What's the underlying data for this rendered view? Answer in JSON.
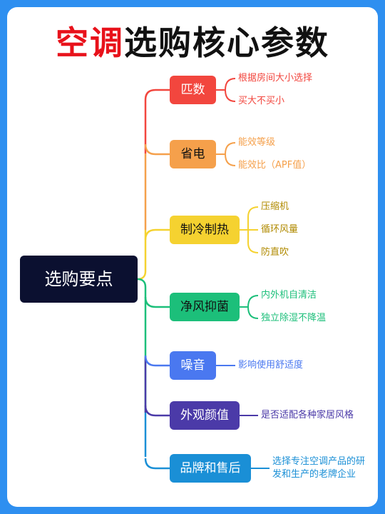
{
  "title": {
    "part1": "空调",
    "part2": "选购核心参数"
  },
  "root": {
    "label": "选购要点"
  },
  "branches": [
    {
      "label": "匹数",
      "color": "#f2463e",
      "text_color": "#ffffff",
      "leaves": [
        "根据房间大小选择",
        "买大不买小"
      ]
    },
    {
      "label": "省电",
      "color": "#f5a04b",
      "text_color": "#111111",
      "leaves": [
        "能效等级",
        "能效比（APF值）"
      ]
    },
    {
      "label": "制冷制热",
      "color": "#f5d230",
      "text_color": "#111111",
      "leaves": [
        "压缩机",
        "循环风量",
        "防直吹"
      ]
    },
    {
      "label": "净风抑菌",
      "color": "#1cbf7a",
      "text_color": "#111111",
      "leaves": [
        "内外机自清洁",
        "独立除湿不降温"
      ]
    },
    {
      "label": "噪音",
      "color": "#4a78f0",
      "text_color": "#ffffff",
      "leaves": [
        "影响使用舒适度"
      ]
    },
    {
      "label": "外观颜值",
      "color": "#4b3aa8",
      "text_color": "#ffffff",
      "leaves": [
        "是否适配各种家居风格"
      ]
    },
    {
      "label": "品牌和售后",
      "color": "#1a8fd6",
      "text_color": "#ffffff",
      "leaves": [
        "选择专注空调产品的研",
        "发和生产的老牌企业"
      ]
    }
  ]
}
